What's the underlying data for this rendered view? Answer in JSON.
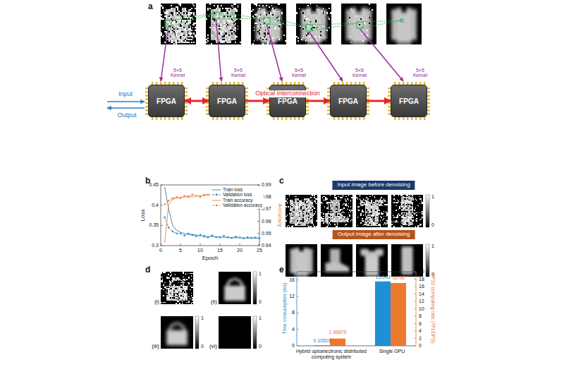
{
  "diagram": {
    "nodes": [
      {
        "text": [
          "FPGA"
        ]
      },
      {
        "text": [
          "FPGA"
        ]
      },
      {
        "text": [
          "FPGA"
        ]
      },
      {
        "text": [
          "FPGA"
        ]
      },
      {
        "text": [
          "FPGA"
        ]
      },
      {
        "text": [
          "Input image before denoising"
        ]
      },
      {
        "text": [
          "Output image after denoising"
        ]
      }
    ],
    "edges": [
      {
        "from": 0,
        "to": 1,
        "arrow": "to"
      },
      {
        "from": 1,
        "to": 2,
        "arrow": "to"
      },
      {
        "from": 2,
        "to": 3,
        "arrow": "to"
      },
      {
        "from": 3,
        "to": 4,
        "arrow": "to"
      },
      {
        "from": 4,
        "to": 0,
        "label": "Optical interconnection",
        "arrow": "to"
      }
    ],
    "labels": [
      "a",
      "5×5 Kernel",
      "5×5 Kernel",
      "5×5 Kernel",
      "5×5 Kernel",
      "5×5 Kernel",
      "Input",
      "Output",
      "b",
      "Loss",
      "Accuracy",
      "0.45",
      "0.4",
      "0.35",
      "0.3",
      "0.99",
      "0.98",
      "0.97",
      "0.96",
      "0.95",
      "0.94",
      "0",
      "5",
      "10",
      "15",
      "20",
      "25",
      "Epoch",
      "c",
      "1",
      "0",
      "1",
      "0",
      "d",
      "(i)",
      "(ii)",
      "(iii)",
      "(vi)",
      "1",
      "0",
      "1",
      "0",
      "1",
      "0",
      "e",
      "Time consumption (ms)",
      "FP32 computing rate (TFLOPS)",
      "0",
      "4",
      "8",
      "12",
      "16",
      "0",
      "2",
      "4",
      "6",
      "8",
      "10",
      "12",
      "14",
      "16",
      "18",
      "20",
      "0.10516",
      "1.96875",
      "15.643",
      "16.96",
      "Hybrid optoelectronic distributed computing system",
      "Single GPU"
    ],
    "legend": [
      {
        "text": "Train loss"
      },
      {
        "text": "Validation loss"
      },
      {
        "text": "Train accuracy"
      },
      {
        "text": "Validation accuracy"
      }
    ]
  }
}
